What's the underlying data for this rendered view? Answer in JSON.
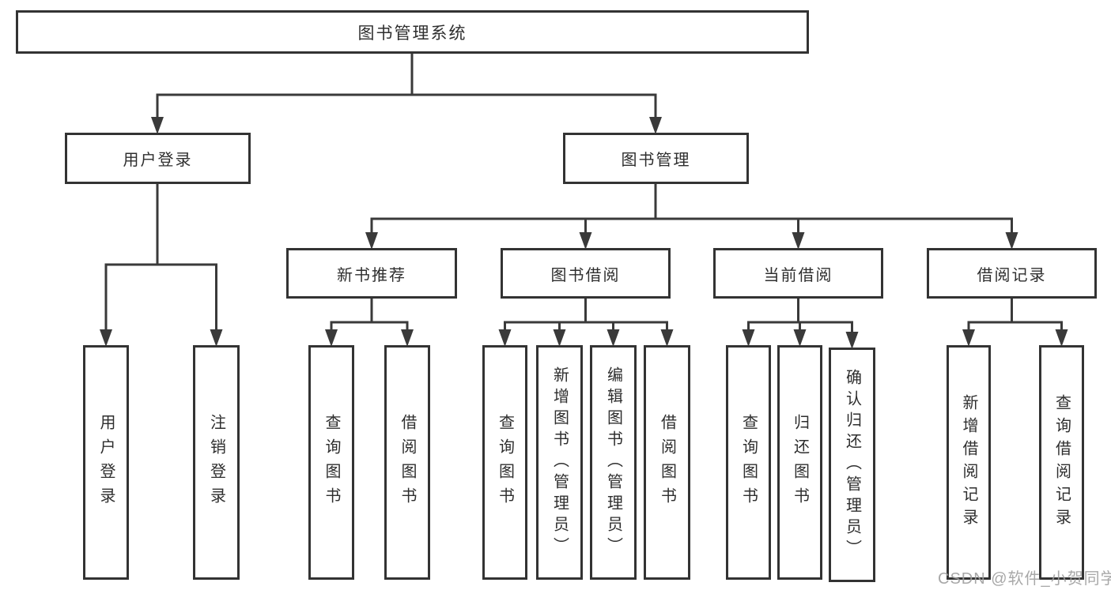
{
  "diagram": {
    "root": "图书管理系统",
    "user_login": "用户登录",
    "book_management": "图书管理",
    "login_leaf": "用户登录",
    "logout_leaf": "注销登录",
    "new_books": "新书推荐",
    "book_borrow": "图书借阅",
    "current_borrow": "当前借阅",
    "borrow_records": "借阅记录",
    "nb_query": "查询图书",
    "nb_borrow": "借阅图书",
    "bb_query": "查询图书",
    "bb_add": "新增图书（管理员）",
    "bb_edit": "编辑图书（管理员）",
    "bb_borrow": "借阅图书",
    "cb_query": "查询图书",
    "cb_return": "归还图书",
    "cb_confirm": "确认归还（管理员）",
    "br_add": "新增借阅记录",
    "br_query": "查询借阅记录"
  },
  "watermark": "CSDN @软件_小贺同学",
  "colors": {
    "line": "#3a3a3a",
    "box_border": "#333333",
    "text": "#2e2e2e",
    "watermark": "#9f9f9f",
    "background": "#ffffff"
  }
}
